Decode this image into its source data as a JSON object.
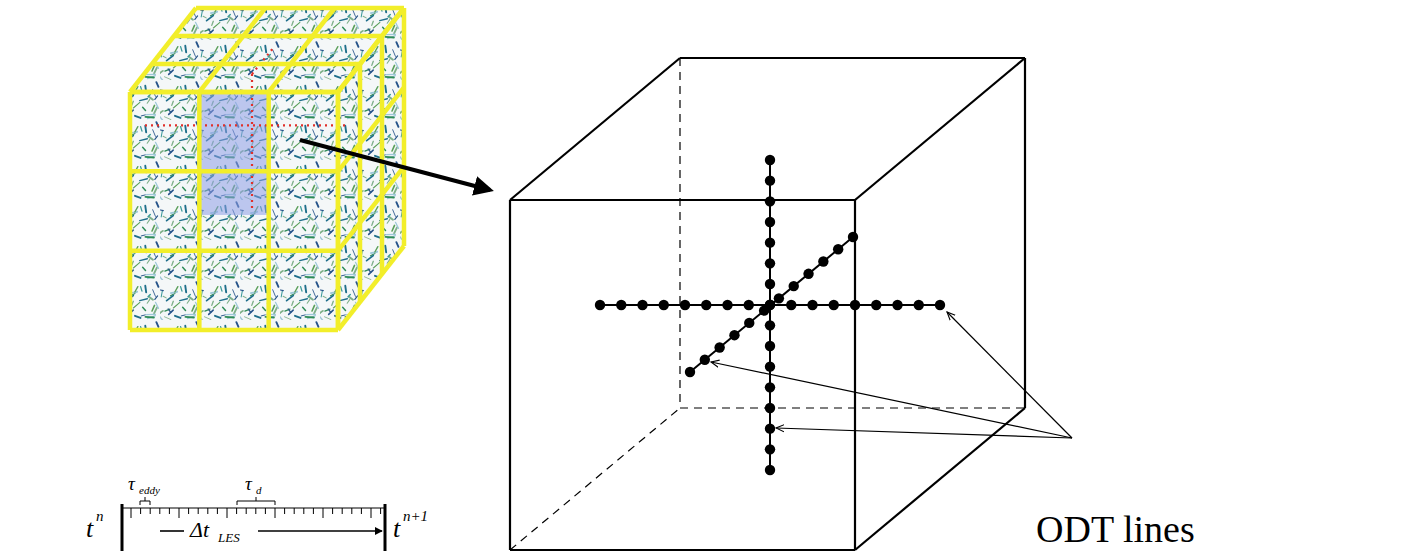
{
  "diagram": {
    "labels": [
      "τ",
      "eddy",
      "τ",
      "d",
      "t",
      "n",
      "Δt",
      "LES",
      "t",
      "n+1",
      "ODT lines"
    ]
  }
}
